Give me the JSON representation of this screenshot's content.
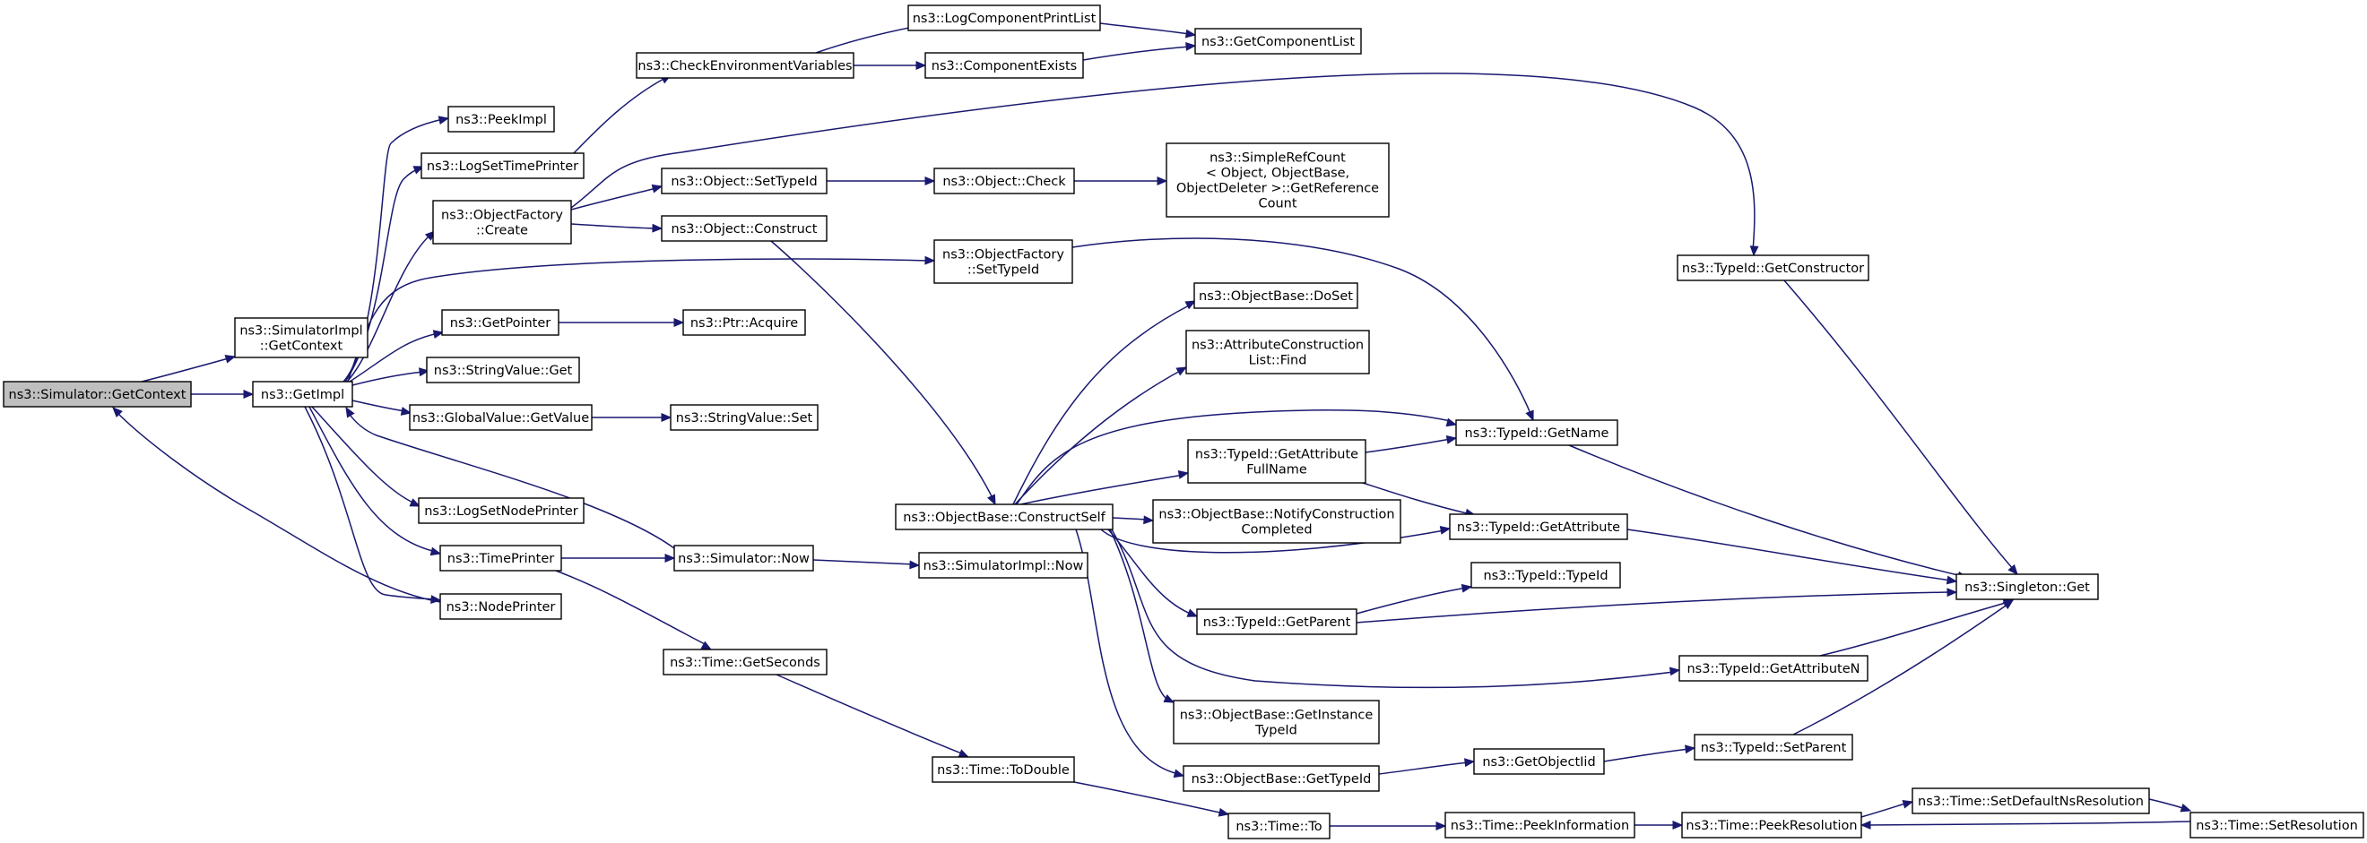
{
  "colors": {
    "edge": "#191970",
    "node_border": "#000000",
    "node_fill": "#ffffff",
    "root_fill": "#bfbfbf"
  },
  "nodes": {
    "get_context": "ns3::Simulator::GetContext",
    "simimpl_get_context": [
      "ns3::SimulatorImpl",
      "::GetContext"
    ],
    "get_impl": "ns3::GetImpl",
    "peek_impl": "ns3::PeekImpl",
    "log_set_time_printer": "ns3::LogSetTimePrinter",
    "object_factory_create": [
      "ns3::ObjectFactory",
      "::Create"
    ],
    "get_pointer": "ns3::GetPointer",
    "string_value_get": "ns3::StringValue::Get",
    "global_value_get_value": "ns3::GlobalValue::GetValue",
    "log_set_node_printer": "ns3::LogSetNodePrinter",
    "time_printer": "ns3::TimePrinter",
    "node_printer": "ns3::NodePrinter",
    "check_env_vars": "ns3::CheckEnvironmentVariables",
    "object_set_type_id": "ns3::Object::SetTypeId",
    "object_construct": "ns3::Object::Construct",
    "ptr_acquire": "ns3::Ptr::Acquire",
    "string_value_set": "ns3::StringValue::Set",
    "simulator_now": "ns3::Simulator::Now",
    "time_get_seconds": "ns3::Time::GetSeconds",
    "log_component_print_list": "ns3::LogComponentPrintList",
    "component_exists": "ns3::ComponentExists",
    "object_check": "ns3::Object::Check",
    "object_factory_set_type_id": [
      "ns3::ObjectFactory",
      "::SetTypeId"
    ],
    "object_base_construct_self": "ns3::ObjectBase::ConstructSelf",
    "simulator_impl_now": "ns3::SimulatorImpl::Now",
    "time_to_double": "ns3::Time::ToDouble",
    "get_component_list": "ns3::GetComponentList",
    "simple_ref_count": [
      "ns3::SimpleRefCount",
      "< Object, ObjectBase,",
      " ObjectDeleter >::GetReference",
      "Count"
    ],
    "object_base_do_set": "ns3::ObjectBase::DoSet",
    "attribute_construction_find": [
      "ns3::AttributeConstruction",
      "List::Find"
    ],
    "typeid_get_attribute_full_name": [
      "ns3::TypeId::GetAttribute",
      "FullName"
    ],
    "object_base_notify_construction_completed": [
      "ns3::ObjectBase::NotifyConstruction",
      "Completed"
    ],
    "typeid_get_parent": "ns3::TypeId::GetParent",
    "object_base_get_instance_typeid": [
      "ns3::ObjectBase::GetInstance",
      "TypeId"
    ],
    "object_base_get_typeid": "ns3::ObjectBase::GetTypeId",
    "time_to": "ns3::Time::To",
    "typeid_get_name": "ns3::TypeId::GetName",
    "typeid_get_attribute": "ns3::TypeId::GetAttribute",
    "typeid_typeid": "ns3::TypeId::TypeId",
    "get_object_iid": "ns3::GetObjectIid",
    "time_peek_information": "ns3::Time::PeekInformation",
    "typeid_get_constructor": "ns3::TypeId::GetConstructor",
    "typeid_get_attribute_n": "ns3::TypeId::GetAttributeN",
    "typeid_set_parent": "ns3::TypeId::SetParent",
    "time_peek_resolution": "ns3::Time::PeekResolution",
    "singleton_get": "ns3::Singleton::Get",
    "time_set_default_ns_resolution": "ns3::Time::SetDefaultNsResolution",
    "time_set_resolution": "ns3::Time::SetResolution"
  }
}
